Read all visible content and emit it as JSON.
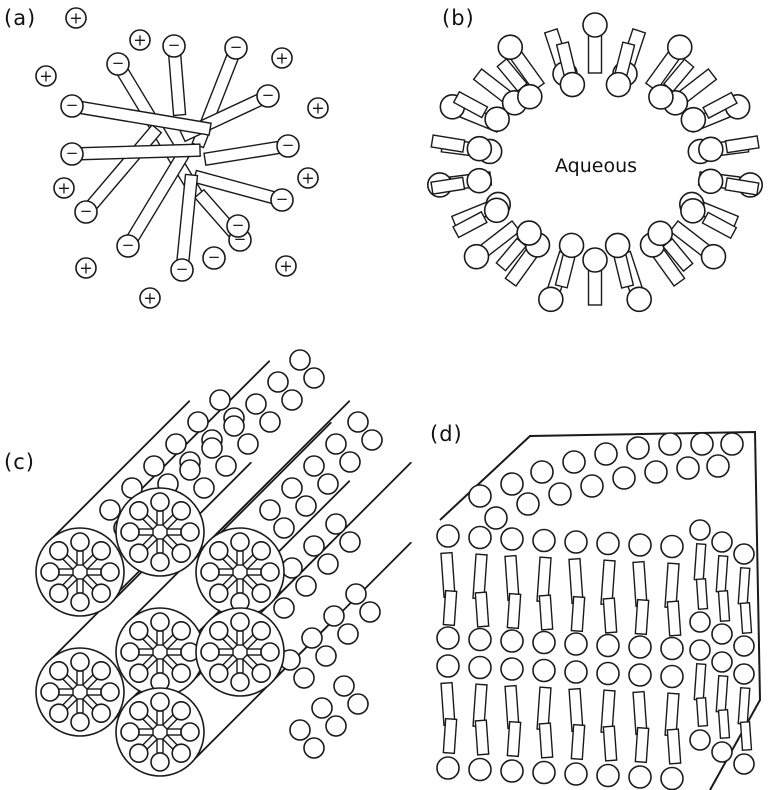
{
  "figure": {
    "panels": [
      {
        "id": "a",
        "label": "(a)",
        "charge_labels": {
          "head": "−",
          "counterion": "+"
        }
      },
      {
        "id": "b",
        "label": "(b)",
        "center_label": "Aqueous"
      },
      {
        "id": "c",
        "label": "(c)"
      },
      {
        "id": "d",
        "label": "(d)"
      }
    ]
  },
  "colors": {
    "ink": "#1a1a1a",
    "paper": "#ffffff"
  }
}
